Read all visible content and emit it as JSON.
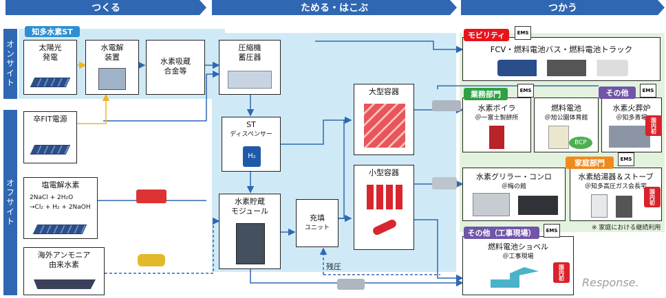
{
  "headers": {
    "make": "つくる",
    "store": "ためる・はこぶ",
    "use": "つかう"
  },
  "side_labels": {
    "onsite": "オンサイト",
    "offsite": "オフサイト"
  },
  "chita_st": "知多水素ST",
  "make": {
    "solar": "太陽光\n発電",
    "electrolysis": "水電解\n装置",
    "fit": "卒FIT電源",
    "chlor": "塩電解水素",
    "chlor_eq1": "2NaCl + 2H₂O",
    "chlor_eq2": "→Cl₂ + H₂ + 2NaOH",
    "ammonia": "海外アンモニア\n由来水素"
  },
  "store": {
    "alloy": "水素吸蔵\n合金等",
    "compressor": "圧縮機\n蓄圧器",
    "st": "ST",
    "dispenser": "ディスペンサー",
    "h2": "H₂",
    "module": "水素貯蔵\nモジュール",
    "filling": "充填",
    "filling_unit": "ユニット",
    "large": "大型容器",
    "small": "小型容器",
    "residual": "残圧"
  },
  "use": {
    "mobility_tag": "モビリティ",
    "mobility_text": "FCV・燃料電池バス・燃料電池トラック",
    "business_tag": "業務部門",
    "boiler": "水素ボイラ",
    "boiler_site": "＠一富士製餅所",
    "fuelcell": "燃料電池",
    "fuelcell_site": "＠旭公園体育館",
    "bcp": "BCP",
    "other_tag": "その他",
    "cremation": "水素火葬炉",
    "cremation_site": "＠知多斎場",
    "home_tag": "家庭部門",
    "grill": "水素グリラー・コンロ",
    "grill_site": "＠梅の館",
    "heater": "水素給湯器＆ストーブ",
    "heater_site": "＠知多高圧ガス会長宅",
    "home_note": "※ 家庭における継続利用",
    "construction_tag": "その他（工事現場）",
    "shovel": "燃料電池ショベル",
    "shovel_site": "＠工事現場",
    "domestic": "国内初",
    "ems": "EMS"
  },
  "watermark": "Response."
}
